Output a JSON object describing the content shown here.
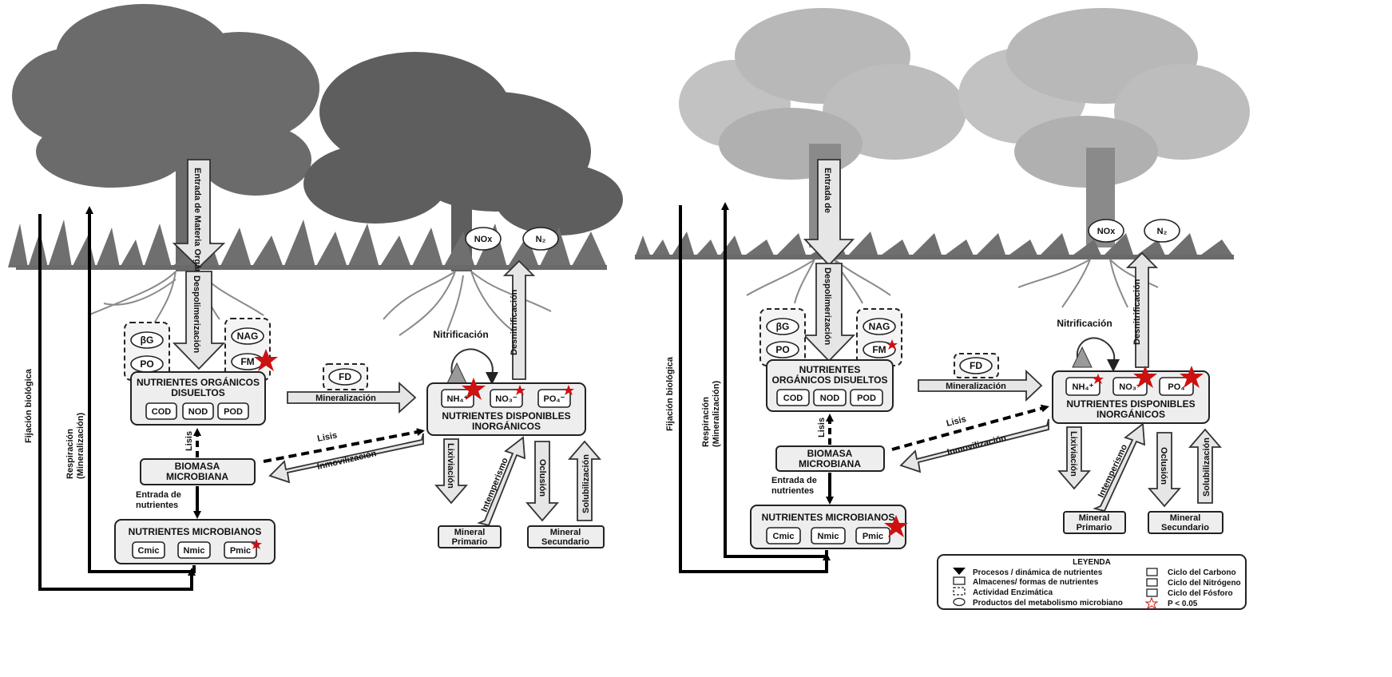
{
  "left_panel": {
    "entrada_materia_organica": "Entrada de\nMateria Orgánica",
    "despolimerizacion": "Despolimerización",
    "enzymes_carbon": [
      "βG",
      "PO"
    ],
    "enzymes_nitrogen": [
      "NAG",
      "FM"
    ],
    "nutrientes_organicos": "NUTRIENTES ORGÁNICOS\nDISUELTOS",
    "organicos_items": [
      "COD",
      "NOD",
      "POD"
    ],
    "fd": "FD",
    "mineralizacion": "Mineralización",
    "nitrificacion": "Nitrificación",
    "desnitrificacion": "Desnitrificación",
    "gases": [
      "NOx",
      "N₂"
    ],
    "nutrientes_disponibles": "NUTRIENTES DISPONIBLES\nINORGÁNICOS",
    "disponibles_items": [
      "NH₄⁺",
      "NO₃⁻",
      "PO₄⁻"
    ],
    "lisis_vertical": "Lisis",
    "lisis_diagonal": "Lisis",
    "inmovilizacion": "Inmovilización",
    "biomasa": "BIOMASA\nMICROBIANA",
    "entrada_nutrientes": "Entrada de\nnutrientes",
    "nutrientes_microbianos": "NUTRIENTES MICROBIANOS",
    "microbianos_items": [
      "Cmic",
      "Nmic",
      "Pmic"
    ],
    "respiracion": "Respiración\n(Mineralización)",
    "fijacion": "Fijación biológica",
    "lixiviacion": "Lixiviación",
    "intemperismo": "Intemperismo",
    "oclusion": "Oclusión",
    "solubilizacion": "Solubilización",
    "mineral_primario": "Mineral\nPrimario",
    "mineral_secundario": "Mineral\nSecundario"
  },
  "right_panel": {
    "entrada_materia_organica": "Entrada de\nMateria Orgánica",
    "despolimerizacion": "Despolimerización",
    "enzymes_carbon": [
      "βG",
      "PO"
    ],
    "enzymes_nitrogen": [
      "NAG",
      "FM"
    ],
    "nutrientes_organicos": "NUTRIENTES\nORGÁNICOS DISUELTOS",
    "organicos_items": [
      "COD",
      "NOD",
      "POD"
    ],
    "fd": "FD",
    "mineralizacion": "Mineralización",
    "nitrificacion": "Nitrificación",
    "desnitrificacion": "Desnitrificación",
    "gases": [
      "NOx",
      "N₂"
    ],
    "nutrientes_disponibles": "NUTRIENTES DISPONIBLES\nINORGÁNICOS",
    "disponibles_items": [
      "NH₄⁺",
      "NO₃⁻",
      "PO₄"
    ],
    "lisis_vertical": "Lisis",
    "lisis_diagonal": "Lisis",
    "inmovilizacion": "Inmovilización",
    "biomasa": "BIOMASA\nMICROBIANA",
    "entrada_nutrientes": "Entrada de\nnutrientes",
    "nutrientes_microbianos": "NUTRIENTES MICROBIANOS",
    "microbianos_items": [
      "Cmic",
      "Nmic",
      "Pmic"
    ],
    "respiracion": "Respiración\n(Mineralización)",
    "fijacion": "Fijación biológica",
    "lixiviacion": "Lixiviación",
    "intemperismo": "Intemperismo",
    "oclusion": "Oclusión",
    "solubilizacion": "Solubilización",
    "mineral_primario": "Mineral\nPrimario",
    "mineral_secundario": "Mineral\nSecundario"
  },
  "legend": {
    "title": "LEYENDA",
    "left_items": [
      "Procesos / dinámica de nutrientes",
      "Almacenes/ formas de nutrientes",
      "Actividad Enzimática",
      "Productos del metabolismo microbiano"
    ],
    "right_items": [
      "Ciclo del Carbono",
      "Ciclo del Nitrógeno",
      "Ciclo del Fósforo",
      "P < 0.05"
    ]
  },
  "colors": {
    "star": "#cc1111",
    "tree_dark": "#6b6b6b",
    "tree_light": "#a6a6a6",
    "box_fill": "#eeeeee"
  }
}
